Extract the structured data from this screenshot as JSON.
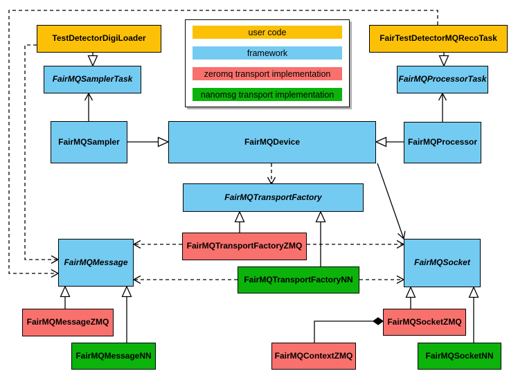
{
  "colors": {
    "user_code": "#fcc107",
    "framework": "#74cbf2",
    "zeromq": "#f8716d",
    "nanomsg": "#0cb30b",
    "line": "#000000",
    "background": "#ffffff"
  },
  "legend": {
    "items": [
      {
        "id": "user-code",
        "label": "user code"
      },
      {
        "id": "framework",
        "label": "framework"
      },
      {
        "id": "zeromq",
        "label": "zeromq transport implementation"
      },
      {
        "id": "nanomsg",
        "label": "nanomsg transport implementation"
      }
    ]
  },
  "nodes": {
    "testDetectorDigiLoader": {
      "label": "TestDetectorDigiLoader",
      "category": "user code",
      "abstract": false
    },
    "fairTestDetectorMQRecoTask": {
      "label": "FairTestDetectorMQRecoTask",
      "category": "user code",
      "abstract": false
    },
    "fairMQSamplerTask": {
      "label": "FairMQSamplerTask",
      "category": "framework",
      "abstract": true
    },
    "fairMQProcessorTask": {
      "label": "FairMQProcessorTask",
      "category": "framework",
      "abstract": true
    },
    "fairMQSampler": {
      "label": "FairMQSampler",
      "category": "framework",
      "abstract": false
    },
    "fairMQDevice": {
      "label": "FairMQDevice",
      "category": "framework",
      "abstract": false
    },
    "fairMQProcessor": {
      "label": "FairMQProcessor",
      "category": "framework",
      "abstract": false
    },
    "fairMQTransportFactory": {
      "label": "FairMQTransportFactory",
      "category": "framework",
      "abstract": true
    },
    "fairMQTransportFactoryZMQ": {
      "label": "FairMQTransportFactoryZMQ",
      "category": "zeromq transport implementation",
      "abstract": false
    },
    "fairMQTransportFactoryNN": {
      "label": "FairMQTransportFactoryNN",
      "category": "nanomsg transport implementation",
      "abstract": false
    },
    "fairMQMessage": {
      "label": "FairMQMessage",
      "category": "framework",
      "abstract": true
    },
    "fairMQSocket": {
      "label": "FairMQSocket",
      "category": "framework",
      "abstract": true
    },
    "fairMQMessageZMQ": {
      "label": "FairMQMessageZMQ",
      "category": "zeromq transport implementation",
      "abstract": false
    },
    "fairMQMessageNN": {
      "label": "FairMQMessageNN",
      "category": "nanomsg transport implementation",
      "abstract": false
    },
    "fairMQSocketZMQ": {
      "label": "FairMQSocketZMQ",
      "category": "zeromq transport implementation",
      "abstract": false
    },
    "fairMQContextZMQ": {
      "label": "FairMQContextZMQ",
      "category": "zeromq transport implementation",
      "abstract": false
    },
    "fairMQSocketNN": {
      "label": "FairMQSocketNN",
      "category": "nanomsg transport implementation",
      "abstract": false
    }
  },
  "edges": [
    {
      "from": "testDetectorDigiLoader",
      "to": "fairMQSamplerTask",
      "type": "inheritance"
    },
    {
      "from": "fairTestDetectorMQRecoTask",
      "to": "fairMQProcessorTask",
      "type": "inheritance"
    },
    {
      "from": "fairMQSampler",
      "to": "fairMQDevice",
      "type": "inheritance"
    },
    {
      "from": "fairMQProcessor",
      "to": "fairMQDevice",
      "type": "inheritance"
    },
    {
      "from": "fairMQTransportFactoryZMQ",
      "to": "fairMQTransportFactory",
      "type": "inheritance"
    },
    {
      "from": "fairMQTransportFactoryNN",
      "to": "fairMQTransportFactory",
      "type": "inheritance"
    },
    {
      "from": "fairMQMessageZMQ",
      "to": "fairMQMessage",
      "type": "inheritance"
    },
    {
      "from": "fairMQMessageNN",
      "to": "fairMQMessage",
      "type": "inheritance"
    },
    {
      "from": "fairMQSocketZMQ",
      "to": "fairMQSocket",
      "type": "inheritance"
    },
    {
      "from": "fairMQSocketNN",
      "to": "fairMQSocket",
      "type": "inheritance"
    },
    {
      "from": "fairMQSampler",
      "to": "fairMQSamplerTask",
      "type": "association"
    },
    {
      "from": "fairMQProcessor",
      "to": "fairMQProcessorTask",
      "type": "association"
    },
    {
      "from": "fairMQDevice",
      "to": "fairMQSocket",
      "type": "association"
    },
    {
      "from": "fairMQDevice",
      "to": "fairMQTransportFactory",
      "type": "dependency"
    },
    {
      "from": "fairMQTransportFactoryZMQ",
      "to": "fairMQMessage",
      "type": "dependency"
    },
    {
      "from": "fairMQTransportFactoryZMQ",
      "to": "fairMQSocket",
      "type": "dependency"
    },
    {
      "from": "fairMQTransportFactoryNN",
      "to": "fairMQMessage",
      "type": "dependency"
    },
    {
      "from": "fairMQTransportFactoryNN",
      "to": "fairMQSocket",
      "type": "dependency"
    },
    {
      "from": "testDetectorDigiLoader",
      "to": "fairMQMessage",
      "type": "dependency"
    },
    {
      "from": "fairTestDetectorMQRecoTask",
      "to": "fairMQMessage",
      "type": "dependency"
    },
    {
      "from": "fairMQSocketZMQ",
      "to": "fairMQContextZMQ",
      "type": "composition"
    }
  ]
}
